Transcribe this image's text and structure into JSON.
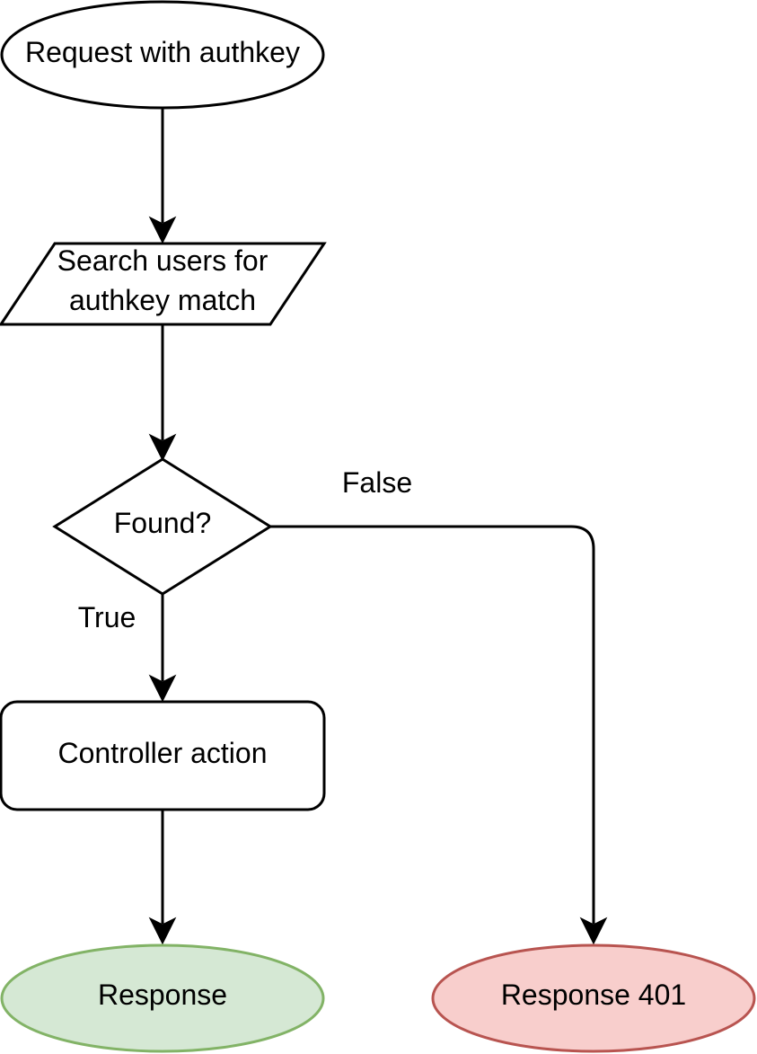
{
  "nodes": {
    "request": {
      "label": "Request with authkey",
      "shape": "ellipse"
    },
    "search": {
      "line1": "Search users for",
      "line2": "authkey match",
      "shape": "parallelogram"
    },
    "decision": {
      "label": "Found?",
      "shape": "diamond"
    },
    "controller": {
      "label": "Controller action",
      "shape": "rounded-rectangle"
    },
    "response": {
      "label": "Response",
      "shape": "ellipse",
      "fill": "#d5e8d4",
      "stroke": "#82b366"
    },
    "response401": {
      "label": "Response 401",
      "shape": "ellipse",
      "fill": "#f8cecc",
      "stroke": "#b85450"
    }
  },
  "edges": {
    "true_label": "True",
    "false_label": "False"
  },
  "colors": {
    "stroke": "#000000",
    "background": "#ffffff"
  }
}
